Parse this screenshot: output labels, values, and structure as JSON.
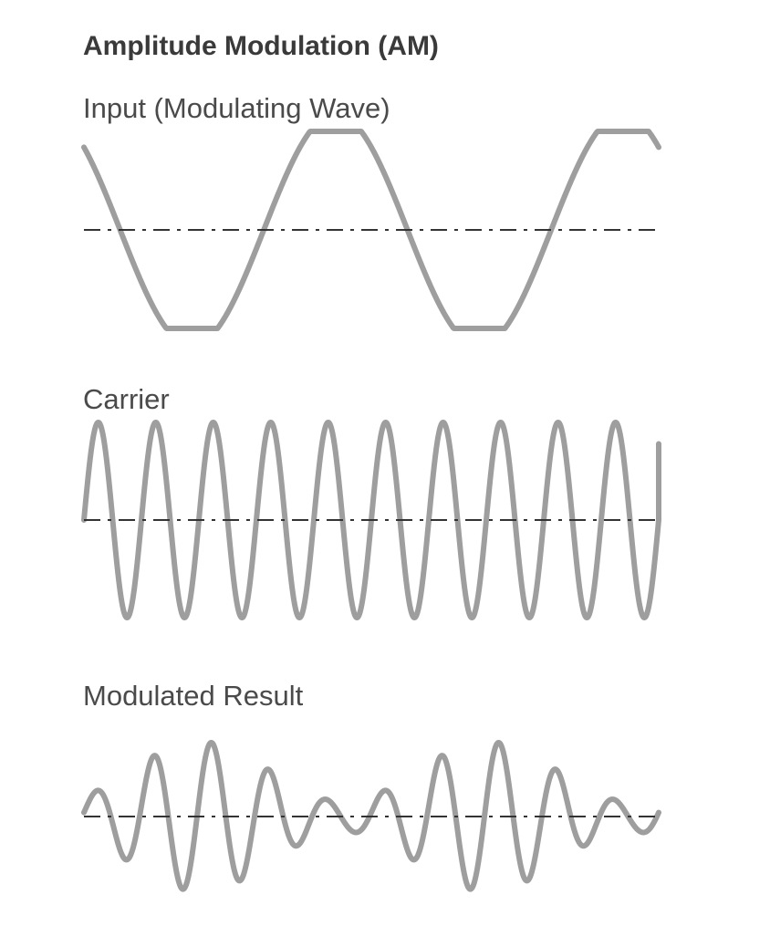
{
  "diagram": {
    "title": "Amplitude Modulation (AM)",
    "panels": [
      {
        "id": "input",
        "label": "Input (Modulating Wave)",
        "cycles": 2
      },
      {
        "id": "carrier",
        "label": "Carrier",
        "cycles": 10
      },
      {
        "id": "result",
        "label": "Modulated Result",
        "carrier_cycles": 10,
        "envelope_cycles": 2
      }
    ],
    "colors": {
      "wave": "#9e9e9e",
      "axis": "#333333",
      "title": "#3a3a3a",
      "label": "#4a4a4a"
    }
  }
}
